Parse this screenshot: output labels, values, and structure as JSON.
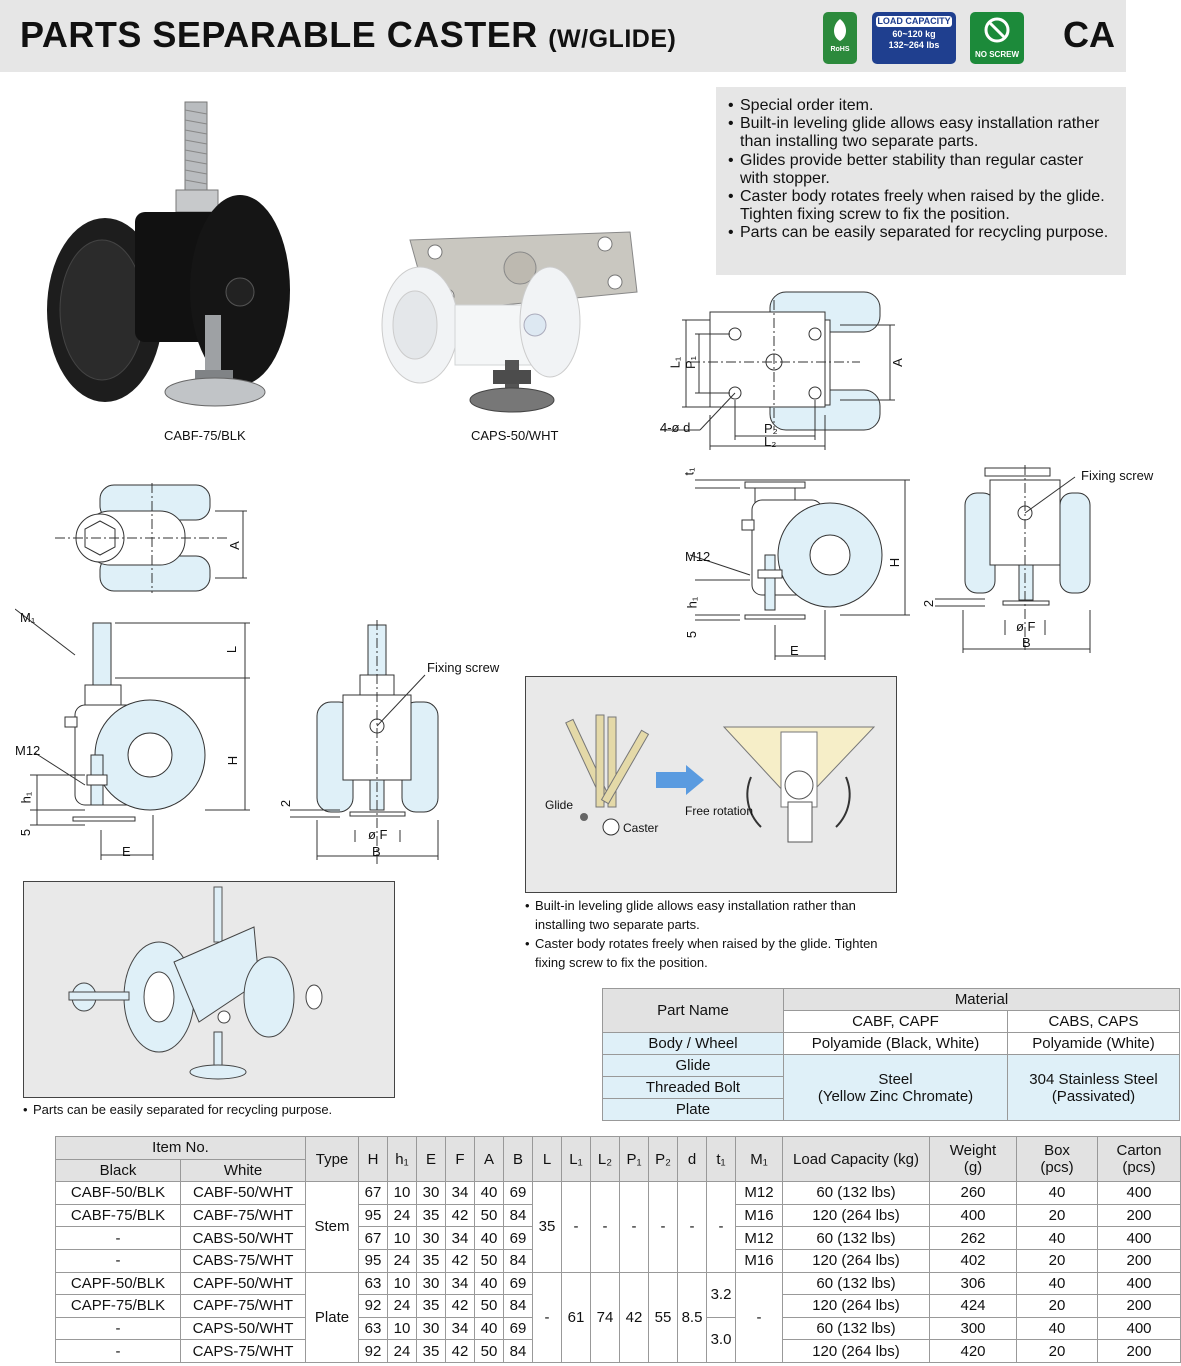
{
  "header": {
    "title_main": "PARTS SEPARABLE CASTER",
    "title_sub": "(W/GLIDE)",
    "code": "CA",
    "badges": {
      "rohs": "RoHS",
      "load_capacity_head": "LOAD CAPACITY",
      "load_capacity_kg": "60~120 kg",
      "load_capacity_lbs": "132~264 lbs",
      "no_screw": "NO SCREW"
    }
  },
  "features": [
    "Special order item.",
    "Built-in leveling glide allows easy installation rather than installing two separate parts.",
    "Glides provide better stability than regular caster with stopper.",
    "Caster body rotates freely when raised by the glide. Tighten fixing screw to fix the position.",
    "Parts can be easily separated for recycling purpose."
  ],
  "photos": {
    "left_caption": "CABF-75/BLK",
    "right_caption": "CAPS-50/WHT"
  },
  "drawing_labels": {
    "A": "A",
    "B": "B",
    "E": "E",
    "H": "H",
    "L": "L",
    "h1": "h₁",
    "five": "5",
    "two": "2",
    "F": "ø F",
    "M1": "M₁",
    "M12": "M12",
    "fixing_screw": "Fixing screw",
    "L1": "L₁",
    "P1": "P₁",
    "P2": "P₂",
    "L2": "L₂",
    "d": "4-ø d",
    "t1": "t₁"
  },
  "rotation_panel": {
    "glide": "Glide",
    "caster": "Caster",
    "free_rotation": "Free rotation",
    "notes": [
      "Built-in leveling glide allows easy installation rather than installing two separate parts.",
      "Caster body rotates freely when raised by the glide. Tighten fixing screw to fix the position."
    ]
  },
  "exploded_note": "Parts can be easily separated for recycling purpose.",
  "material_table": {
    "head_part": "Part Name",
    "head_material": "Material",
    "col1": "CABF, CAPF",
    "col2": "CABS, CAPS",
    "rows": {
      "body_wheel": "Body / Wheel",
      "glide": "Glide",
      "threaded_bolt": "Threaded Bolt",
      "plate": "Plate"
    },
    "body_c1": "Polyamide (Black, White)",
    "body_c2": "Polyamide (White)",
    "steel": "Steel",
    "steel_sub": "(Yellow Zinc Chromate)",
    "sus": "304 Stainless Steel",
    "sus_sub": "(Passivated)"
  },
  "spec_table": {
    "headers": {
      "item_no": "Item No.",
      "black": "Black",
      "white": "White",
      "type": "Type",
      "H": "H",
      "h1": "h₁",
      "E": "E",
      "F": "F",
      "A": "A",
      "B": "B",
      "L": "L",
      "L1": "L₁",
      "L2": "L₂",
      "P1": "P₁",
      "P2": "P₂",
      "d": "d",
      "t1": "t₁",
      "M1": "M₁",
      "load": "Load Capacity (kg)",
      "weight": "Weight",
      "weight_unit": "(g)",
      "box": "Box",
      "box_unit": "(pcs)",
      "carton": "Carton",
      "carton_unit": "(pcs)"
    },
    "type_stem": "Stem",
    "type_plate": "Plate",
    "stem_L": "35",
    "stem_dash": "-",
    "plate_L": "-",
    "plate_L1": "61",
    "plate_L2": "74",
    "plate_P1": "42",
    "plate_P2": "55",
    "plate_d": "8.5",
    "t1_a": "3.2",
    "t1_b": "3.0",
    "plate_M1": "-",
    "rows": [
      {
        "black": "CABF-50/BLK",
        "white": "CABF-50/WHT",
        "H": "67",
        "h1": "10",
        "E": "30",
        "F": "34",
        "A": "40",
        "B": "69",
        "M1": "M12",
        "load": "60 (132 lbs)",
        "weight": "260",
        "box": "40",
        "carton": "400"
      },
      {
        "black": "CABF-75/BLK",
        "white": "CABF-75/WHT",
        "H": "95",
        "h1": "24",
        "E": "35",
        "F": "42",
        "A": "50",
        "B": "84",
        "M1": "M16",
        "load": "120 (264 lbs)",
        "weight": "400",
        "box": "20",
        "carton": "200"
      },
      {
        "black": "-",
        "white": "CABS-50/WHT",
        "H": "67",
        "h1": "10",
        "E": "30",
        "F": "34",
        "A": "40",
        "B": "69",
        "M1": "M12",
        "load": "60 (132 lbs)",
        "weight": "262",
        "box": "40",
        "carton": "400"
      },
      {
        "black": "-",
        "white": "CABS-75/WHT",
        "H": "95",
        "h1": "24",
        "E": "35",
        "F": "42",
        "A": "50",
        "B": "84",
        "M1": "M16",
        "load": "120 (264 lbs)",
        "weight": "402",
        "box": "20",
        "carton": "200"
      },
      {
        "black": "CAPF-50/BLK",
        "white": "CAPF-50/WHT",
        "H": "63",
        "h1": "10",
        "E": "30",
        "F": "34",
        "A": "40",
        "B": "69",
        "load": "60 (132 lbs)",
        "weight": "306",
        "box": "40",
        "carton": "400"
      },
      {
        "black": "CAPF-75/BLK",
        "white": "CAPF-75/WHT",
        "H": "92",
        "h1": "24",
        "E": "35",
        "F": "42",
        "A": "50",
        "B": "84",
        "load": "120 (264 lbs)",
        "weight": "424",
        "box": "20",
        "carton": "200"
      },
      {
        "black": "-",
        "white": "CAPS-50/WHT",
        "H": "63",
        "h1": "10",
        "E": "30",
        "F": "34",
        "A": "40",
        "B": "69",
        "load": "60 (132 lbs)",
        "weight": "300",
        "box": "40",
        "carton": "400"
      },
      {
        "black": "-",
        "white": "CAPS-75/WHT",
        "H": "92",
        "h1": "24",
        "E": "35",
        "F": "42",
        "A": "50",
        "B": "84",
        "load": "120 (264 lbs)",
        "weight": "420",
        "box": "20",
        "carton": "200"
      }
    ]
  }
}
